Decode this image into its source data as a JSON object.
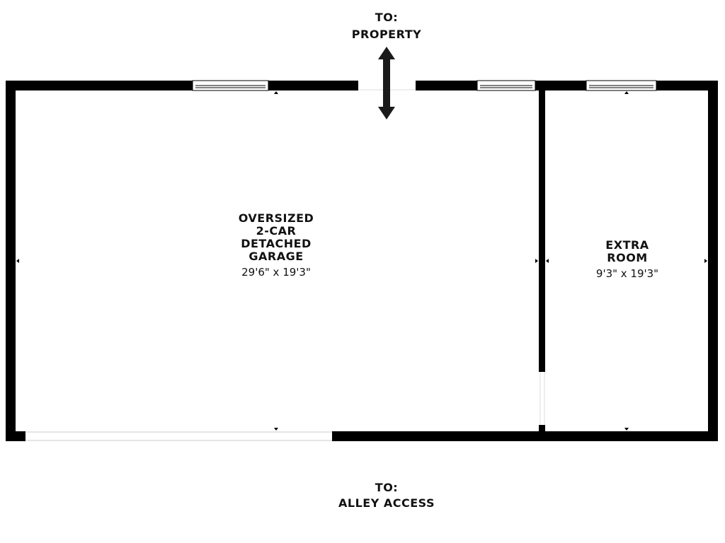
{
  "directions": {
    "top": {
      "line1": "TO:",
      "line2": "PROPERTY"
    },
    "bottom": {
      "line1": "TO:",
      "line2": "ALLEY ACCESS"
    }
  },
  "rooms": [
    {
      "name_lines": [
        "OVERSIZED",
        "2-CAR",
        "DETACHED",
        "GARAGE"
      ],
      "dimensions": "29'6\" x 19'3\""
    },
    {
      "name_lines": [
        "EXTRA",
        "ROOM"
      ],
      "dimensions": "9'3\" x 19'3\""
    }
  ],
  "colors": {
    "wall": "#000000",
    "background": "#ffffff",
    "arrow": "#1a1a1a"
  },
  "icons": {
    "entry_arrow": "double-arrow-vertical-icon"
  }
}
